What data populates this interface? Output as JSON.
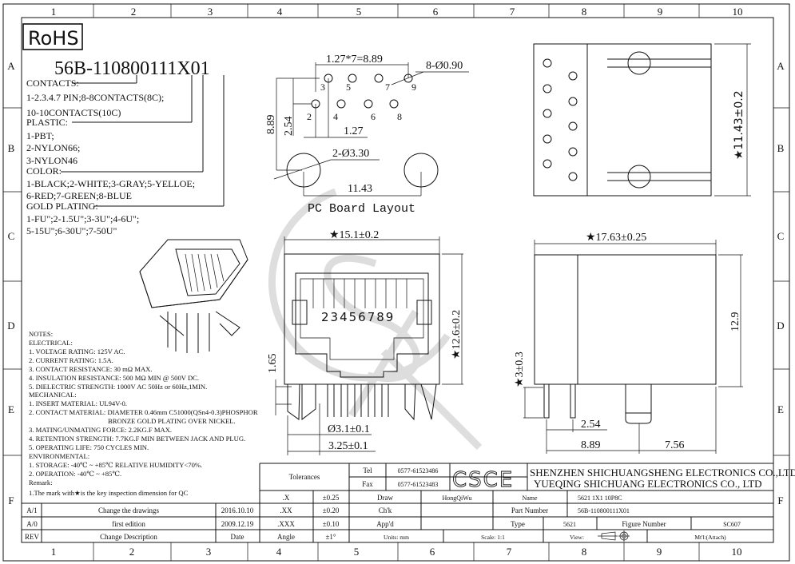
{
  "frame": {
    "columns": [
      "1",
      "2",
      "3",
      "4",
      "5",
      "6",
      "7",
      "8",
      "9",
      "10"
    ],
    "rows": [
      "A",
      "B",
      "C",
      "D",
      "E",
      "F"
    ]
  },
  "rohs": "RoHS",
  "part_code": {
    "number": "56B-110800111X01",
    "contacts_label": "CONTACTS:",
    "contacts_lines": [
      "1-2.3.4.7 PIN;8-8CONTACTS(8C);",
      "10-10CONTACTS(10C)"
    ],
    "plastic_label": "PLASTIC:",
    "plastic_lines": [
      "1-PBT;",
      "2-NYLON66;",
      "3-NYLON46"
    ],
    "color_label": "COLOR:",
    "color_lines": [
      "1-BLACK;2-WHITE;3-GRAY;5-YELLOE;",
      "6-RED;7-GREEN;8-BLUE"
    ],
    "gold_label": "GOLD PLATING:",
    "gold_lines": [
      "1-FU\";2-1.5U\";3-3U\";4-6U\";",
      "5-15U\";6-30U\";7-50U\""
    ]
  },
  "pcb_layout": {
    "title": "PC Board Layout",
    "pitch": "1.27*7=8.89",
    "pin_holes": "8-Ø0.90",
    "mount_holes": "2-Ø3.30",
    "dim_889": "8.89",
    "dim_254": "2.54",
    "dim_127": "1.27",
    "dim_1143": "11.43",
    "pins_top": [
      "3",
      "5",
      "7",
      "9"
    ],
    "pins_bottom": [
      "2",
      "4",
      "6",
      "8"
    ]
  },
  "top_view": {
    "dim": "★11.43±0.2"
  },
  "front_view": {
    "width": "★15.1±0.2",
    "height": "★12.6±0.2",
    "pin_numbers": "23456789",
    "dim_165": "1.65",
    "post_dia": "Ø3.1±0.1",
    "post_dist": "3.25±0.1"
  },
  "side_view": {
    "length": "★17.63±0.25",
    "height": "12.9",
    "pin_len": "★3±0.3",
    "dim_254": "2.54",
    "dim_889": "8.89",
    "dim_756": "7.56"
  },
  "watermark": "CSCE",
  "notes": {
    "title": "NOTES:",
    "electrical_label": "ELECTRICAL:",
    "electrical": [
      "1. VOLTAGE RATING: 125V AC.",
      "2. CURRENT RATING: 1.5A.",
      "3. CONTACT RESISTANCE: 30 mΩ MAX.",
      "4. INSULATION RESISTANCE: 500 MΩ MIN @ 500V DC.",
      "5. DIELECTRIC STRENGTH: 1000V AC 50Hz or 60Hz,1MIN."
    ],
    "mechanical_label": "MECHANICAL:",
    "mechanical": [
      "1. INSERT MATERIAL: UL94V-0.",
      "2. CONTACT MATERIAL: DIAMETER 0.46mm C51000(QSn4-0.3)PHOSPHOR",
      "BRONZE GOLD PLATING OVER NICKEL.",
      "3. MATING/UNMATING FORCE: 2.2KG.F MAX.",
      "4. RETENTION STRENGTH: 7.7KG.F MIN BETWEEN JACK AND PLUG.",
      "5. OPERATING LIFE: 750 CYCLES MIN."
    ],
    "environmental_label": "ENVIRONMENTAL:",
    "environmental": [
      "1. STORAGE: -40℃ ~ +85℃ RELATIVE HUMIDITY<70%.",
      "2. OPERATION: -40℃ ~ +85℃."
    ],
    "remark_label": "Remark:",
    "remark": "1.The mark with★is the key inspection dimension for QC"
  },
  "revisions": [
    {
      "rev": "A/1",
      "desc": "Change the drawings",
      "date": "2016.10.10"
    },
    {
      "rev": "A/0",
      "desc": "first edition",
      "date": "2009.12.19"
    }
  ],
  "revision_header": {
    "rev": "REV",
    "desc": "Change Description",
    "date": "Date"
  },
  "tolerances": {
    "label": "Tolerances",
    "rows": [
      {
        "k": ".X",
        "v": "±0.25"
      },
      {
        "k": ".XX",
        "v": "±0.20"
      },
      {
        "k": ".XXX",
        "v": "±0.10"
      },
      {
        "k": "Angle",
        "v": "±1°"
      }
    ]
  },
  "contact": {
    "tel_label": "Tel",
    "tel": "0577-61523486",
    "fax_label": "Fax",
    "fax": "0577-61523483"
  },
  "company": {
    "logo": "CSCE",
    "line1": "SHENZHEN SHICHUANGSHENG ELECTRONICS CO.,LTD",
    "line2": "YUEQING SHICHUANG ELECTRONICS CO., LTD"
  },
  "title_block": {
    "draw_label": "Draw",
    "draw": "HongQiWu",
    "check_label": "Ch'k",
    "approve_label": "App'd",
    "name_label": "Name",
    "name": "5621 1X1 10P8C",
    "part_label": "Part Number",
    "part": "56B-110800111X01",
    "type_label": "Type",
    "type": "5621",
    "figure_label": "Figure Number",
    "figure": "SC607",
    "units": "Units: mm",
    "scale": "Scale: 1:1",
    "view": "View:",
    "material": "Mt'l:(Attach)"
  }
}
